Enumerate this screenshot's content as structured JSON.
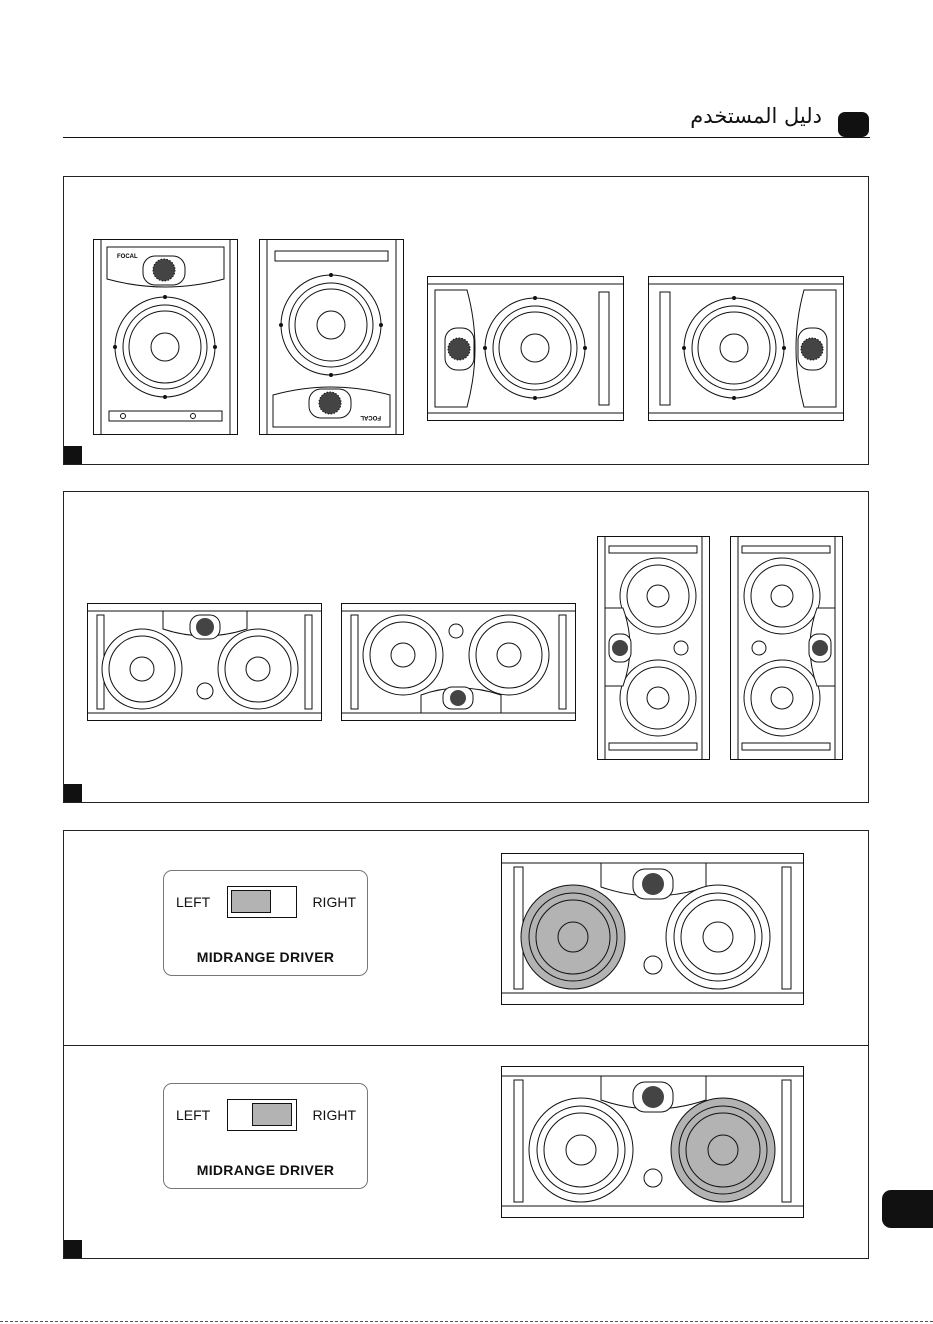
{
  "header": {
    "title": "دليل المستخدم"
  },
  "switch_panels": [
    {
      "left_label": "LEFT",
      "right_label": "RIGHT",
      "title": "MIDRANGE DRIVER",
      "selected": "LEFT",
      "highlight_color": "#b3b3b3"
    },
    {
      "left_label": "LEFT",
      "right_label": "RIGHT",
      "title": "MIDRANGE DRIVER",
      "selected": "RIGHT",
      "highlight_color": "#b3b3b3"
    }
  ],
  "speaker_brand": "FOCAL",
  "colors": {
    "ink": "#111111",
    "highlight": "#b3b3b3"
  }
}
